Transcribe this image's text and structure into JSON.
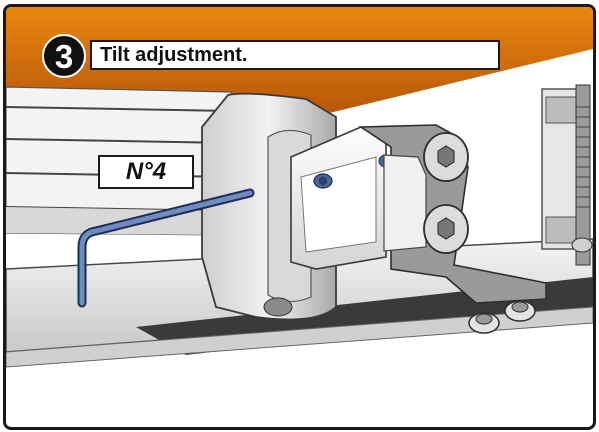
{
  "step": {
    "number": "3",
    "title": "Tilt adjustment."
  },
  "tool": {
    "label": "N°4"
  },
  "colors": {
    "ceiling_orange": "#d4720c",
    "frame_border": "#1a1a1a",
    "hex_key_blue": "#5b77a8",
    "metal_light": "#e8e8e8",
    "metal_dark": "#6a6a6a"
  },
  "icons": [
    "hex-key-icon"
  ]
}
